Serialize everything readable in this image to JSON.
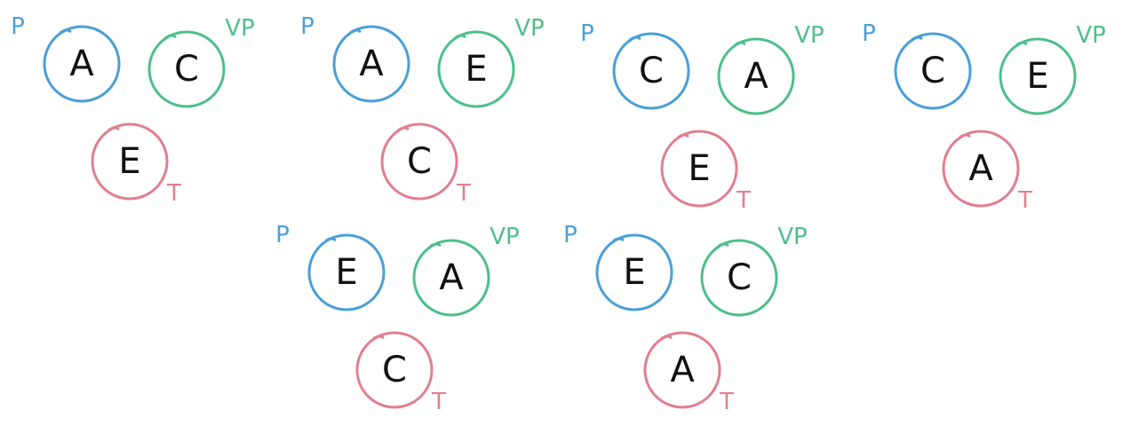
{
  "colors": {
    "P": "#4a9fd8",
    "VP": "#4dbf8a",
    "T": "#e07f8f",
    "letter": "#111111"
  },
  "role_labels": {
    "P": "P",
    "VP": "VP",
    "T": "T"
  },
  "triads": [
    {
      "P": "A",
      "VP": "C",
      "T": "E"
    },
    {
      "P": "A",
      "VP": "E",
      "T": "C"
    },
    {
      "P": "C",
      "VP": "A",
      "T": "E"
    },
    {
      "P": "C",
      "VP": "E",
      "T": "A"
    },
    {
      "P": "E",
      "VP": "A",
      "T": "C"
    },
    {
      "P": "E",
      "VP": "C",
      "T": "A"
    }
  ]
}
